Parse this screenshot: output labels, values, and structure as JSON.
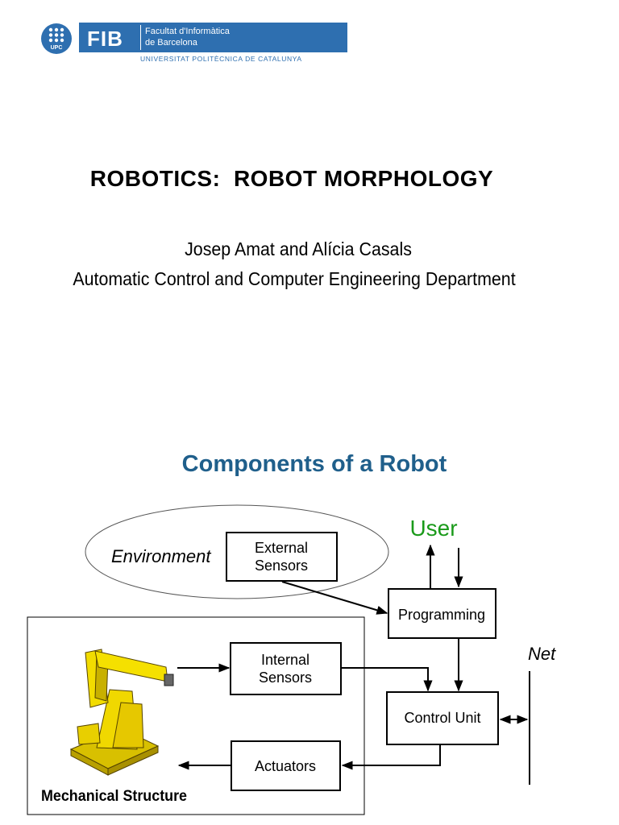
{
  "header": {
    "upc_logo_text": "UPC",
    "fib_letters": "FIB",
    "faculty_line1": "Facultat d'Informàtica",
    "faculty_line2": "de Barcelona",
    "university": "UNIVERSITAT POLITÈCNICA DE CATALUNYA",
    "colors": {
      "brand_blue": "#2e6fb0"
    }
  },
  "slide": {
    "title": "ROBOTICS:  ROBOT MORPHOLOGY",
    "authors": "Josep Amat and Alícia Casals",
    "department": "Automatic Control and Computer Engineering Department"
  },
  "section": {
    "title": "Components of a Robot",
    "color": "#1f5f8b"
  },
  "diagram": {
    "environment_label": "Environment",
    "user_label": "User",
    "user_color": "#1a9a1a",
    "net_label": "Net",
    "mechanical_structure_label": "Mechanical Structure",
    "robot_arm_icon": "robot-arm-icon",
    "boxes": {
      "external_sensors": [
        "External",
        "Sensors"
      ],
      "programming": [
        "Programming"
      ],
      "internal_sensors": [
        "Internal",
        "Sensors"
      ],
      "control_unit": [
        "Control Unit"
      ],
      "actuators": [
        "Actuators"
      ]
    }
  }
}
